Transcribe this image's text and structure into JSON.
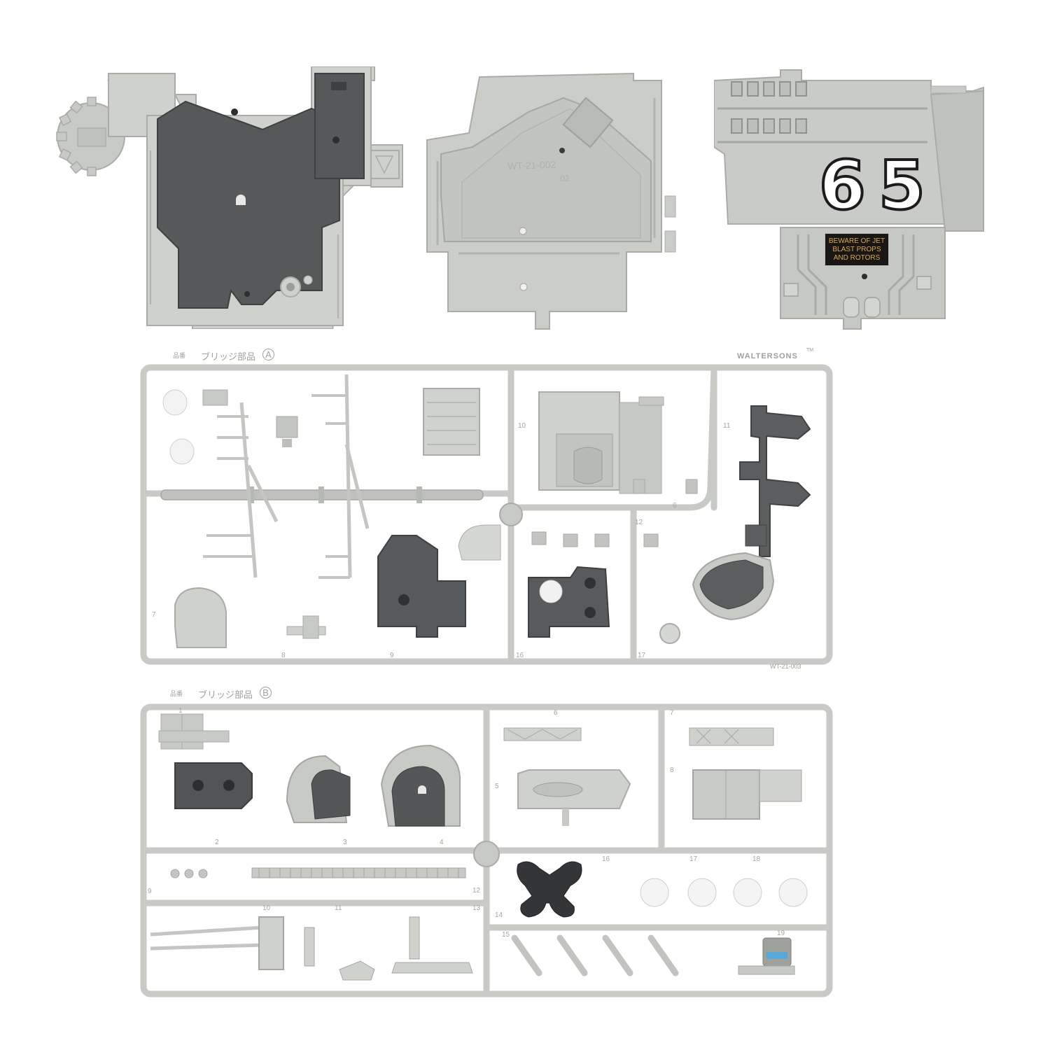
{
  "colors": {
    "background": "#ffffff",
    "light_grey_plastic": "#c8cac6",
    "dark_grey_plastic": "#555759",
    "white_plastic": "#f2f2f2",
    "decal_black": "#1a1614",
    "decal_amber": "#d9a857"
  },
  "island": {
    "hull_number_left": "6",
    "hull_number_right": "5",
    "warning_line_1": "BEWARE OF JET",
    "warning_line_2": "BLAST PROPS",
    "warning_line_3": "AND ROTORS"
  },
  "deck_panel": {
    "mold_code": "WT-21-002",
    "mold_sub": "02"
  },
  "sprue_a": {
    "label": "ブリッジ部品",
    "label_letter": "A",
    "label_small": "品番",
    "brand": "WALTERSONS",
    "trademark": "TM",
    "mold_code": "WT-21-003",
    "part_numbers": [
      "10",
      "11",
      "6",
      "12",
      "7",
      "8",
      "9",
      "16",
      "17"
    ]
  },
  "sprue_b": {
    "label": "ブリッジ部品",
    "label_letter": "B",
    "label_small": "品番",
    "part_numbers": [
      "1",
      "2",
      "3",
      "4",
      "5",
      "6",
      "7",
      "8",
      "9",
      "10",
      "11",
      "12",
      "13",
      "14",
      "15",
      "16",
      "17",
      "18",
      "19"
    ]
  }
}
